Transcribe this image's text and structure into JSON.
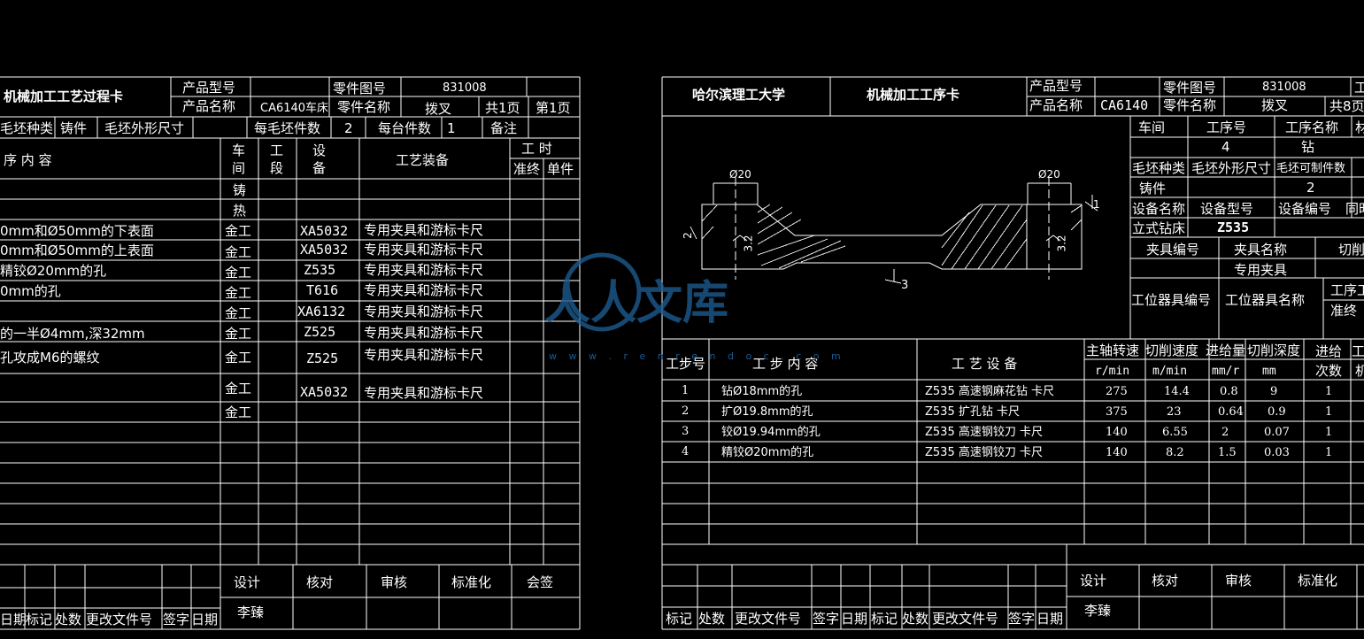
{
  "left_card": {
    "title": "机械加工工艺过程卡",
    "product_model_label": "产品型号",
    "product_model_value": "",
    "part_drawing_no_label": "零件图号",
    "part_drawing_no_value": "831008",
    "product_name_label": "产品名称",
    "product_name_value": "CA6140车床",
    "part_name_label": "零件名称",
    "part_name_value": "拨叉",
    "total_pages": "共1页",
    "page_no": "第1页",
    "blank_type_label": "毛坯种类",
    "blank_type_value": "铸件",
    "blank_size_label": "毛坯外形尺寸",
    "pieces_per_blank_label": "每毛坯件数",
    "pieces_per_blank_value": "2",
    "pieces_per_unit_label": "每台件数",
    "pieces_per_unit_value": "1",
    "remark_label": "备注",
    "col_content": "序  内  容",
    "col_workshop": "车间",
    "col_section": "工段",
    "col_equipment": "设备",
    "col_tooling": "工艺装备",
    "col_time": "工  时",
    "col_prep_time": "准终",
    "col_unit_time": "单件",
    "rows": [
      {
        "content": "",
        "workshop": "铸",
        "equipment": "",
        "tooling": ""
      },
      {
        "content": "",
        "workshop": "热",
        "equipment": "",
        "tooling": ""
      },
      {
        "content": "0mm和Ø50mm的下表面",
        "workshop": "金工",
        "equipment": "XA5032",
        "tooling": "专用夹具和游标卡尺"
      },
      {
        "content": "0mm和Ø50mm的上表面",
        "workshop": "金工",
        "equipment": "XA5032",
        "tooling": "专用夹具和游标卡尺"
      },
      {
        "content": "精铰Ø20mm的孔",
        "workshop": "金工",
        "equipment": "Z535",
        "tooling": "专用夹具和游标卡尺"
      },
      {
        "content": "0mm的孔",
        "workshop": "金工",
        "equipment": "T616",
        "tooling": "专用夹具和游标卡尺"
      },
      {
        "content": "",
        "workshop": "金工",
        "equipment": "XA6132",
        "tooling": "专用夹具和游标卡尺"
      },
      {
        "content": "的一半Ø4mm,深32mm",
        "workshop": "金工",
        "equipment": "Z525",
        "tooling": "专用夹具和游标卡尺"
      },
      {
        "content": "孔攻成M6的螺纹",
        "workshop": "金工",
        "equipment": "Z525",
        "tooling": "专用夹具和游标卡尺"
      },
      {
        "content": "",
        "workshop": "金工",
        "equipment": "XA5032",
        "tooling": "专用夹具和游标卡尺"
      },
      {
        "content": "",
        "workshop": "金工",
        "equipment": "",
        "tooling": ""
      }
    ],
    "sign_design": "设计",
    "sign_check": "核对",
    "sign_review": "审核",
    "sign_standard": "标准化",
    "sign_countersign": "会签",
    "designer": "李臻",
    "footer": [
      "日期",
      "标记",
      "处数",
      "更改文件号",
      "签字",
      "日期"
    ]
  },
  "right_card": {
    "school": "哈尔滨理工大学",
    "title": "机械加工工序卡",
    "product_model_label": "产品型号",
    "product_model_value": "",
    "part_drawing_no_label": "零件图号",
    "part_drawing_no_value": "831008",
    "product_name_label": "产品名称",
    "product_name_value": "CA6140",
    "part_name_label": "零件名称",
    "part_name_value": "拨叉",
    "total_pages": "共8页",
    "info": {
      "workshop_label": "车间",
      "op_no_label": "工序号",
      "op_name_label": "工序名称",
      "op_name_more": "材",
      "op_no_value": "4",
      "op_name_value": "钻",
      "blank_type_label": "毛坯种类",
      "blank_size_label": "毛坯外形尺寸",
      "blank_qty_label": "毛坯可制件数",
      "blank_type_value": "铸件",
      "blank_qty_value": "2",
      "equip_name_label": "设备名称",
      "equip_model_label": "设备型号",
      "equip_no_label": "设备编号",
      "simultaneous_label": "同时",
      "equip_name_value": "立式钻床",
      "equip_model_value": "Z535",
      "fixture_no_label": "夹具编号",
      "fixture_name_label": "夹具名称",
      "cutting_label": "切削",
      "fixture_name_value": "专用夹具",
      "station_tool_no_label": "工位器具编号",
      "station_tool_name_label": "工位器具名称",
      "op_time_label": "工序工",
      "prep_label": "准终"
    },
    "drawing_labels": {
      "dim_left": "Ø20",
      "dim_right": "Ø20",
      "rough_left": "3.2",
      "rough_right": "3.2",
      "note": "3",
      "side": "2",
      "corner": "1"
    },
    "steps_header": {
      "step_no": "工步号",
      "step_content": "工  步  内  容",
      "equipment": "工  艺  设  备",
      "spindle": "主轴转速",
      "spindle_unit": "r/min",
      "speed": "切削速度",
      "speed_unit": "m/min",
      "feed": "进给量",
      "feed_unit": "mm/r",
      "depth": "切削深度",
      "depth_unit": "mm",
      "passes": "进给",
      "passes2": "次数",
      "more1": "工",
      "more2": "机"
    },
    "steps": [
      {
        "no": "1",
        "content": "钻Ø18mm的孔",
        "equipment": "Z535    高速钢麻花钻  卡尺",
        "spindle": "275",
        "speed": "14.4",
        "feed": "0.8",
        "depth": "9",
        "passes": "1"
      },
      {
        "no": "2",
        "content": "扩Ø19.8mm的孔",
        "equipment": "Z535    扩孔钻  卡尺",
        "spindle": "375",
        "speed": "23",
        "feed": "0.64",
        "depth": "0.9",
        "passes": "1"
      },
      {
        "no": "3",
        "content": "铰Ø19.94mm的孔",
        "equipment": "Z535    高速钢铰刀  卡尺",
        "spindle": "140",
        "speed": "6.55",
        "feed": "2",
        "depth": "0.07",
        "passes": "1"
      },
      {
        "no": "4",
        "content": "精铰Ø20mm的孔",
        "equipment": "Z535    高速钢铰刀  卡尺",
        "spindle": "140",
        "speed": "8.2",
        "feed": "1.5",
        "depth": "0.03",
        "passes": "1"
      }
    ],
    "sign_design": "设计",
    "sign_check": "核对",
    "sign_review": "审核",
    "sign_standard": "标准化",
    "designer": "李臻",
    "footer": [
      "标记",
      "处数",
      "更改文件号",
      "签字",
      "日期",
      "标记",
      "处数",
      "更改文件号",
      "签字",
      "日期"
    ]
  },
  "watermark": {
    "text": "人人文库",
    "url": "w w w . r e n r e n d o c . c o m"
  },
  "colors": {
    "background": "#000000",
    "line": "#ffffff",
    "text": "#ffffff",
    "watermark": "#1c5a8f"
  }
}
